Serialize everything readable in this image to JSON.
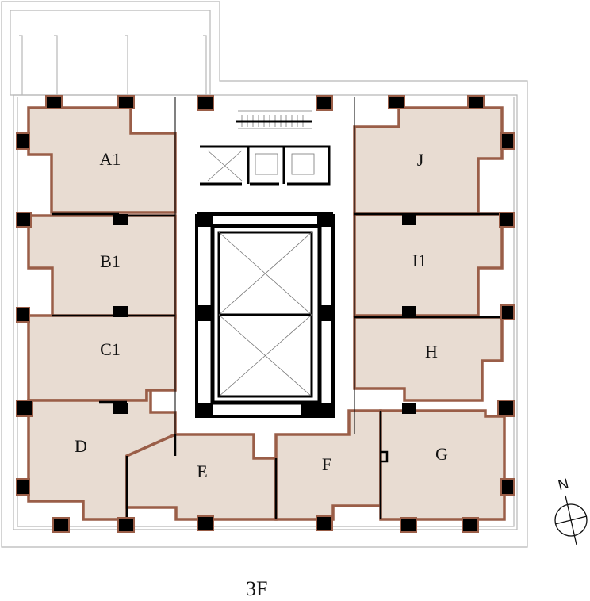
{
  "floor": "3F",
  "compass": {
    "north_label": "N"
  },
  "units": [
    {
      "id": "A1",
      "label": "A1"
    },
    {
      "id": "B1",
      "label": "B1"
    },
    {
      "id": "C1",
      "label": "C1"
    },
    {
      "id": "D",
      "label": "D"
    },
    {
      "id": "E",
      "label": "E"
    },
    {
      "id": "F",
      "label": "F"
    },
    {
      "id": "G",
      "label": "G"
    },
    {
      "id": "H",
      "label": "H"
    },
    {
      "id": "I1",
      "label": "I1"
    },
    {
      "id": "J",
      "label": "J"
    }
  ],
  "colors": {
    "unit_fill": "#e8dcd2",
    "unit_outline": "#9a5e48"
  }
}
